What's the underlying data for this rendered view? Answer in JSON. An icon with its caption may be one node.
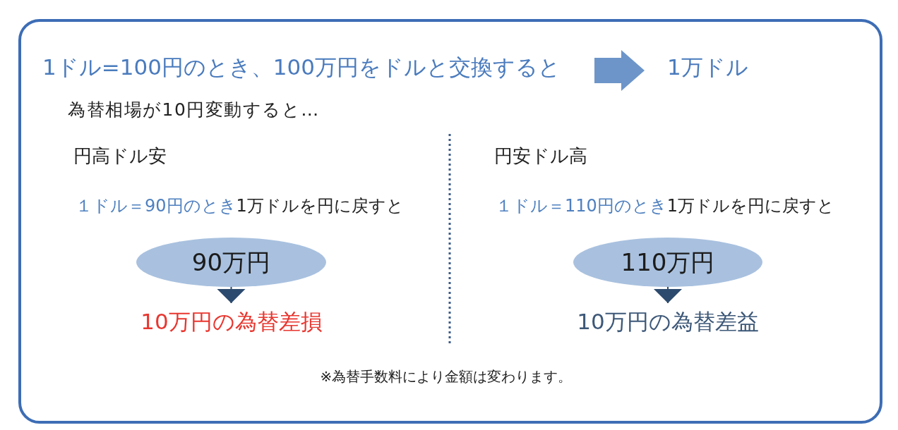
{
  "diagram": {
    "nodes": [
      {
        "text": [
          "1ドル=100円のとき、100万円をドルと交換すると"
        ]
      },
      {
        "text": [
          "1万ドル"
        ]
      },
      {
        "text": [
          "90万円"
        ]
      },
      {
        "text": [
          "10万円の為替差損"
        ]
      },
      {
        "text": [
          "110万円"
        ]
      },
      {
        "text": [
          "10万円の為替差益"
        ]
      }
    ],
    "edges": [
      {
        "from": 0,
        "to": 1,
        "arrow": "to",
        "style": "thick",
        "color": "#6d95c9"
      },
      {
        "from": 2,
        "to": 3,
        "arrow": "to"
      },
      {
        "from": 4,
        "to": 5,
        "arrow": "to"
      }
    ],
    "labels": [
      "為替相場が10円変動すると…",
      "円高ドル安",
      "１ドル＝90円のとき",
      "1万ドルを円に戻すと",
      "円安ドル高",
      "１ドル＝110円のとき",
      "1万ドルを円に戻すと",
      "※為替手数料により金額は変わります。"
    ]
  }
}
